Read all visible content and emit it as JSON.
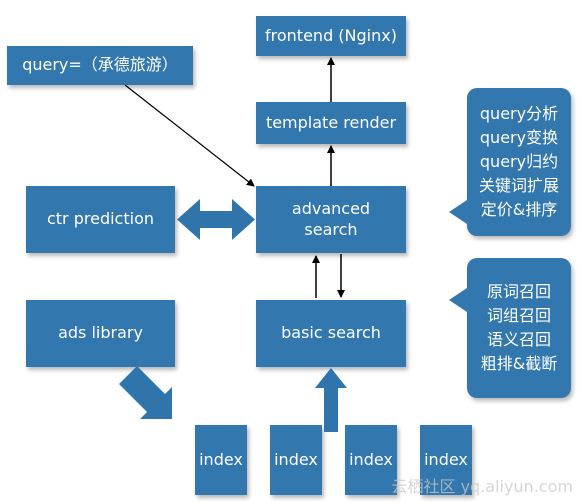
{
  "boxes": {
    "frontend": "frontend (Nginx)",
    "template_render": "template render",
    "advanced_search_line1": "advanced",
    "advanced_search_line2": "search",
    "ctr_prediction": "ctr prediction",
    "ads_library": "ads library",
    "basic_search": "basic search",
    "query": "query=（承德旅游）",
    "index": [
      "index",
      "index",
      "index",
      "index"
    ]
  },
  "notes": {
    "advanced": [
      "query分析",
      "query变换",
      "query归约",
      "关键词扩展",
      "定价&排序"
    ],
    "basic": [
      "原词召回",
      "词组召回",
      "语义召回",
      "粗排&截断"
    ]
  },
  "watermark": "云栖社区 yq.aliyun.com",
  "colors": {
    "box": "#3277ad",
    "arrow": "#2f74ab",
    "line": "#000000"
  }
}
